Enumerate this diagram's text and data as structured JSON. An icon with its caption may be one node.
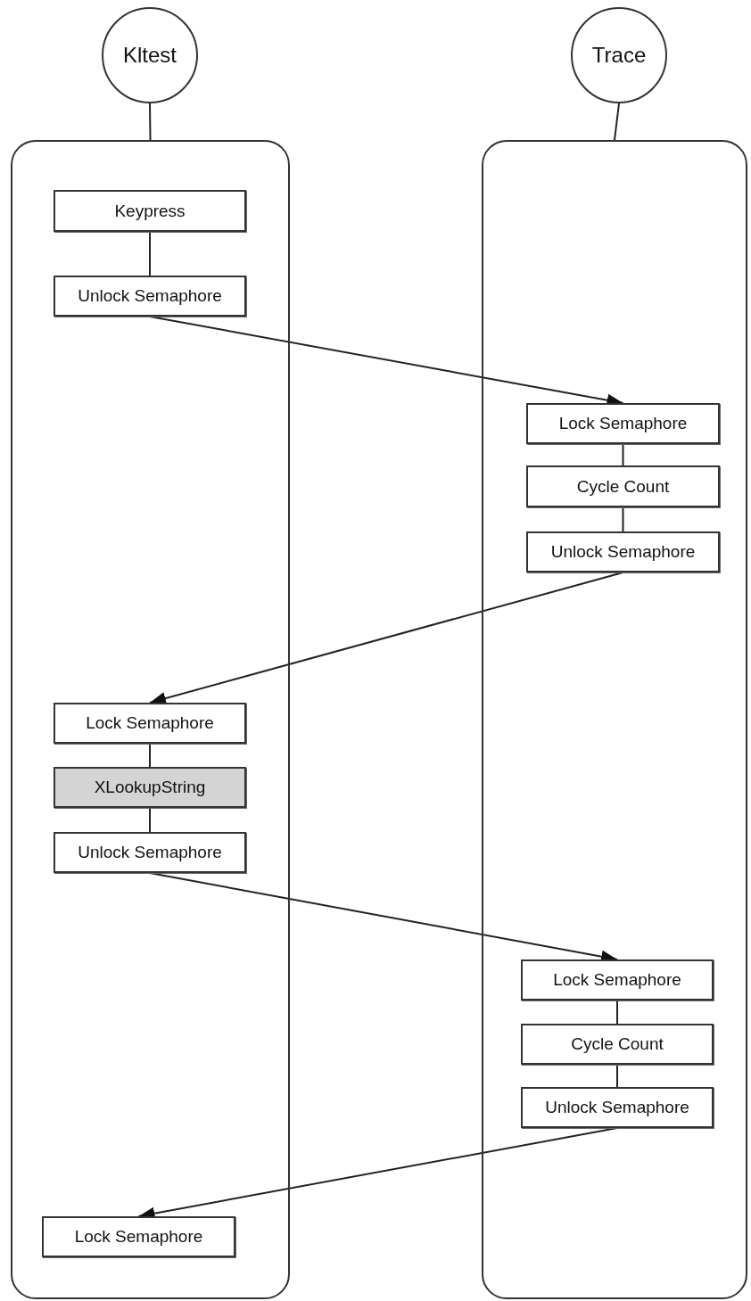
{
  "diagram": {
    "nodes": [
      {
        "text": [
          "Kltest"
        ]
      },
      {
        "text": [
          "Trace"
        ]
      },
      {
        "text": [],
        "shape": "box"
      },
      {
        "text": [],
        "shape": "box"
      },
      {
        "text": [
          "Keypress"
        ],
        "in": 2
      },
      {
        "text": [
          "Unlock Semaphore"
        ],
        "in": 2
      },
      {
        "text": [
          "Lock Semaphore"
        ],
        "in": 3
      },
      {
        "text": [
          "Cycle Count"
        ],
        "in": 3
      },
      {
        "text": [
          "Unlock Semaphore"
        ],
        "in": 3
      },
      {
        "text": [
          "Lock Semaphore"
        ],
        "in": 2
      },
      {
        "text": [
          "XLookupString"
        ],
        "in": 2
      },
      {
        "text": [
          "Unlock Semaphore"
        ],
        "in": 2
      },
      {
        "text": [
          "Lock Semaphore"
        ],
        "in": 3
      },
      {
        "text": [
          "Cycle Count"
        ],
        "in": 3
      },
      {
        "text": [
          "Unlock Semaphore"
        ],
        "in": 3
      },
      {
        "text": [
          "Lock Semaphore"
        ],
        "in": 2
      }
    ],
    "edges": [
      {
        "from": 0,
        "to": 2,
        "arrow": "none"
      },
      {
        "from": 1,
        "to": 3,
        "arrow": "none"
      },
      {
        "from": 4,
        "to": 5,
        "arrow": "none"
      },
      {
        "from": 5,
        "to": 6,
        "arrow": "to"
      },
      {
        "from": 6,
        "to": 7,
        "arrow": "none"
      },
      {
        "from": 7,
        "to": 8,
        "arrow": "none"
      },
      {
        "from": 8,
        "to": 9,
        "arrow": "to"
      },
      {
        "from": 9,
        "to": 10,
        "arrow": "none"
      },
      {
        "from": 10,
        "to": 11,
        "arrow": "none"
      },
      {
        "from": 11,
        "to": 12,
        "arrow": "to"
      },
      {
        "from": 12,
        "to": 13,
        "arrow": "none"
      },
      {
        "from": 13,
        "to": 14,
        "arrow": "none"
      },
      {
        "from": 14,
        "to": 15,
        "arrow": "to"
      }
    ]
  }
}
